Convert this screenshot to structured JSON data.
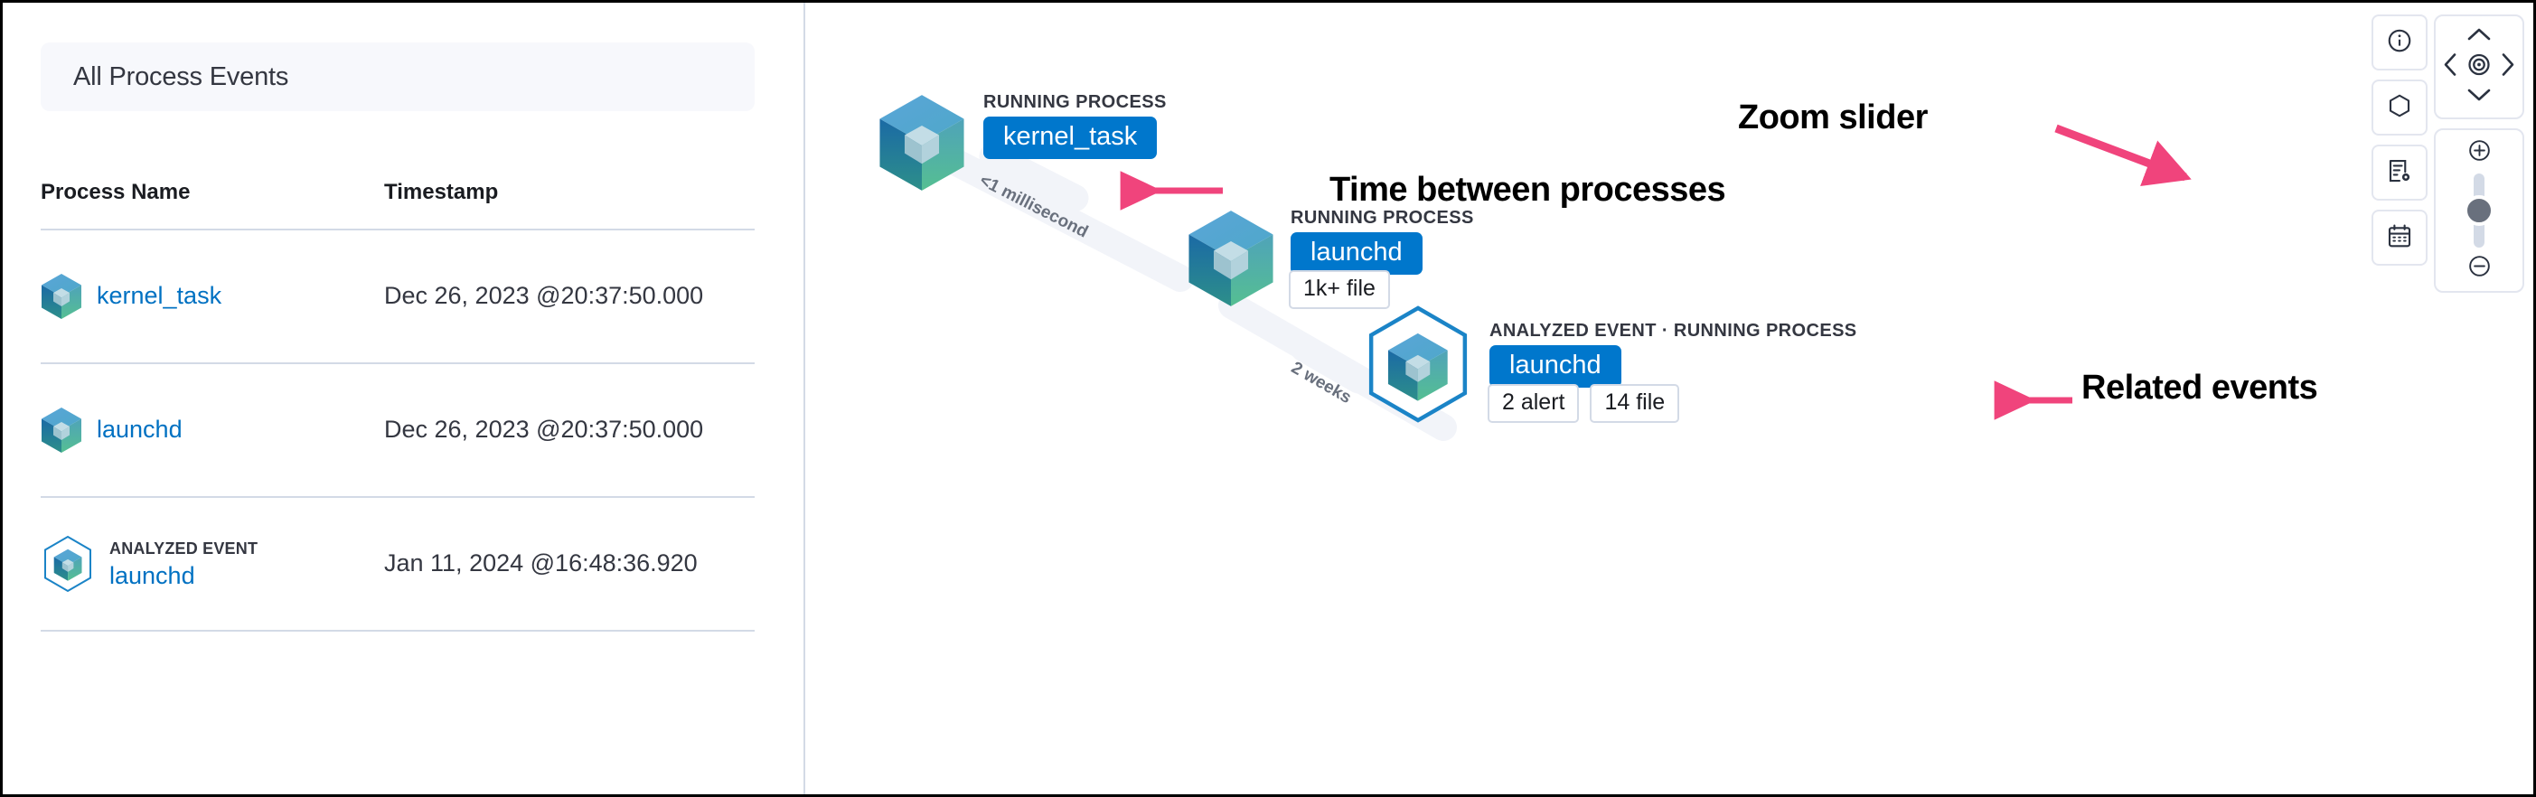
{
  "left_panel": {
    "header_title": "All Process Events",
    "table": {
      "columns": [
        "Process Name",
        "Timestamp"
      ],
      "rows": [
        {
          "kind": "",
          "process_name": "kernel_task",
          "icon": "cube-icon",
          "timestamp_date": "Dec 26, 2023 @",
          "timestamp_time": "20:37:50.000"
        },
        {
          "kind": "",
          "process_name": "launchd",
          "icon": "cube-icon",
          "timestamp_date": "Dec 26, 2023 @",
          "timestamp_time": "20:37:50.000"
        },
        {
          "kind": "ANALYZED EVENT",
          "process_name": "launchd",
          "icon": "cube-hex-icon",
          "timestamp_date": "Jan 11, 2024 @",
          "timestamp_time": "16:48:36.920"
        }
      ]
    }
  },
  "graph": {
    "nodes": [
      {
        "kind": "RUNNING PROCESS",
        "label": "kernel_task",
        "icon": "cube-icon",
        "badges": []
      },
      {
        "kind": "RUNNING PROCESS",
        "label": "launchd",
        "icon": "cube-icon",
        "badges": [
          "1k+ file"
        ]
      },
      {
        "kind": "ANALYZED EVENT · RUNNING PROCESS",
        "label": "launchd",
        "icon": "cube-hex-icon",
        "badges": [
          "2 alert",
          "14 file"
        ]
      }
    ],
    "edges": [
      {
        "label": "<1 millisecond"
      },
      {
        "label": "2 weeks"
      }
    ]
  },
  "annotations": [
    {
      "text": "Time between processes"
    },
    {
      "text": "Zoom slider"
    },
    {
      "text": "Related events"
    }
  ],
  "controls": {
    "tool_buttons": [
      {
        "icon": "info-circle-icon"
      },
      {
        "icon": "hexagon-icon"
      },
      {
        "icon": "list-settings-icon"
      },
      {
        "icon": "calendar-icon"
      }
    ],
    "pan_pad": {
      "up": "chevron-up-icon",
      "left": "chevron-left-icon",
      "center": "center-target-icon",
      "right": "chevron-right-icon",
      "down": "chevron-down-icon"
    },
    "zoom": {
      "zoom_in": "plus-circle-icon",
      "zoom_out": "minus-circle-icon",
      "slider_value_pct": 50
    }
  },
  "colors": {
    "accent_blue": "#0077cc",
    "link_blue": "#0071c2",
    "annotation_pink": "#f0447c",
    "border_gray": "#d3dae6",
    "panel_bg": "#f7f8fc",
    "text_dark": "#343741"
  }
}
